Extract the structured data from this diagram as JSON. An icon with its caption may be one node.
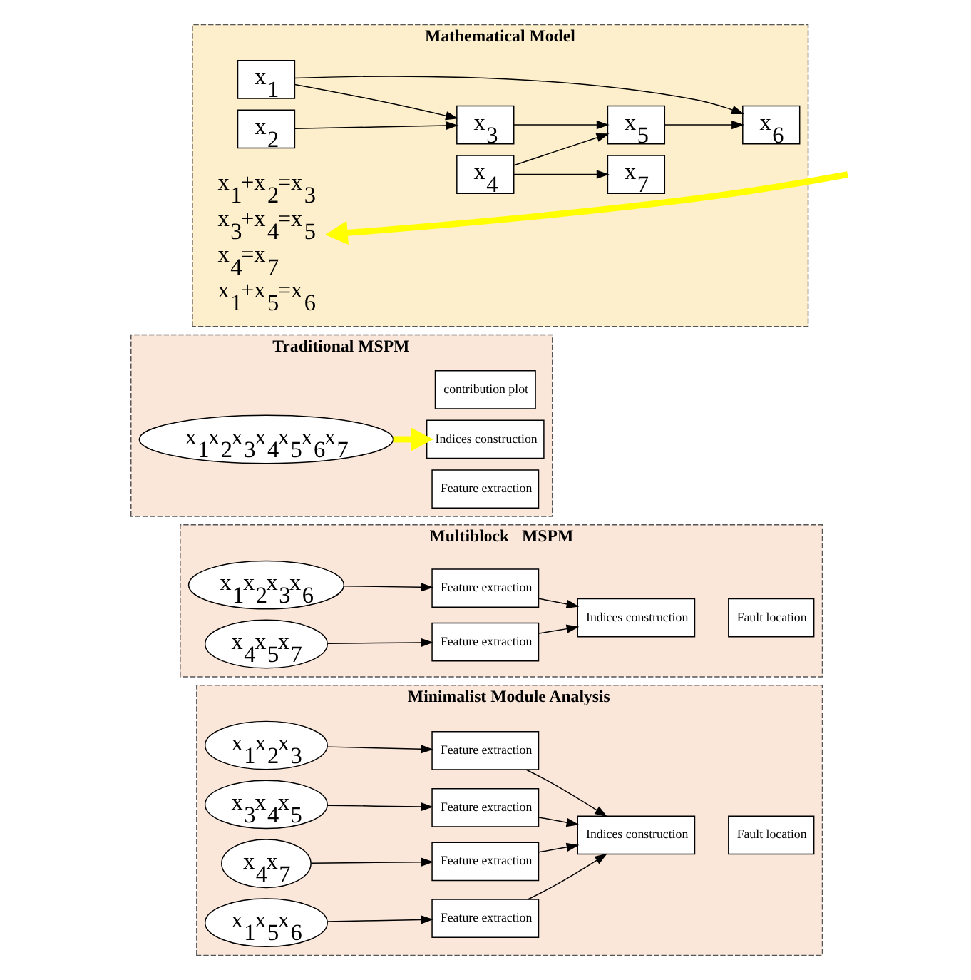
{
  "diagram": {
    "nodes": [
      {
        "text": [
          "Mathematical Model"
        ]
      },
      {
        "text": [
          "x$_{1}$"
        ],
        "in": 0
      },
      {
        "text": [
          "x$_{2}$"
        ],
        "in": 0
      },
      {
        "text": [
          "x$_{3}$"
        ],
        "in": 0
      },
      {
        "text": [
          "x$_{4}$"
        ],
        "in": 0
      },
      {
        "text": [
          "x$_{5}$"
        ],
        "in": 0
      },
      {
        "text": [
          "x$_{6}$"
        ],
        "in": 0
      },
      {
        "text": [
          "x$_{7}$"
        ],
        "in": 0
      },
      {
        "text": [
          "x$_{1}$+x$_{2}$=x$_{3}$",
          "x$_{3}$+x$_{4}$=x$_{5}$",
          "x$_{4}$=x$_{7}$",
          "x$_{1}$+x$_{5}$=x$_{6}$"
        ],
        "in": 0
      },
      {
        "text": [
          "Traditional MSPM"
        ]
      },
      {
        "text": [
          "x$_{1}$x$_{2}$x$_{3}$x$_{4}$x$_{5}$x$_{6}$x$_{7}$"
        ],
        "in": 9
      },
      {
        "text": [
          "Feature extraction"
        ],
        "in": 9
      },
      {
        "text": [
          "Indices construction"
        ],
        "in": 9
      },
      {
        "text": [
          "contribution plot"
        ],
        "in": 9
      },
      {
        "text": [
          "Multiblock   MSPM"
        ]
      },
      {
        "text": [
          "x$_{1}$x$_{2}$x$_{3}$x$_{6}$"
        ],
        "in": 14
      },
      {
        "text": [
          "Feature extraction"
        ],
        "in": 14
      },
      {
        "text": [
          "x$_{4}$x$_{5}$x$_{7}$"
        ],
        "in": 14
      },
      {
        "text": [
          "Feature extraction"
        ],
        "in": 14
      },
      {
        "text": [
          "Indices construction"
        ],
        "in": 14
      },
      {
        "text": [
          "Fault location"
        ],
        "in": 14
      },
      {
        "text": [
          "Minimalist Module Analysis"
        ]
      },
      {
        "text": [
          "x$_{1}$x$_{2}$x$_{3}$"
        ],
        "in": 21
      },
      {
        "text": [
          "Feature extraction"
        ],
        "in": 21
      },
      {
        "text": [
          "x$_{3}$x$_{4}$x$_{5}$"
        ],
        "in": 21
      },
      {
        "text": [
          "Feature extraction"
        ],
        "in": 21
      },
      {
        "text": [
          "x$_{4}$x$_{7}$"
        ],
        "in": 21
      },
      {
        "text": [
          "Feature extraction"
        ],
        "in": 21
      },
      {
        "text": [
          "x$_{1}$x$_{5}$x$_{6}$"
        ],
        "in": 21
      },
      {
        "text": [
          "Feature extraction"
        ],
        "in": 21
      },
      {
        "text": [
          "Indices construction"
        ],
        "in": 21
      },
      {
        "text": [
          "Fault location"
        ],
        "in": 21
      }
    ],
    "edges": [
      {
        "from": 1,
        "to": 6,
        "arrow": "to"
      },
      {
        "from": 1,
        "to": 3,
        "arrow": "to"
      },
      {
        "from": 2,
        "to": 3,
        "arrow": "to"
      },
      {
        "from": 3,
        "to": 5,
        "arrow": "to"
      },
      {
        "from": 4,
        "to": 5,
        "arrow": "to"
      },
      {
        "from": 4,
        "to": 7,
        "arrow": "to"
      },
      {
        "from": 5,
        "to": 6,
        "arrow": "to"
      },
      {
        "from": null,
        "to": 8,
        "arrow": "to",
        "style": "thick",
        "color": "#ffff00"
      },
      {
        "from": 10,
        "to": 12,
        "arrow": "to",
        "style": "thick",
        "color": "#ffff00"
      },
      {
        "from": 15,
        "to": 16,
        "arrow": "to"
      },
      {
        "from": 17,
        "to": 18,
        "arrow": "to"
      },
      {
        "from": 16,
        "to": 19,
        "arrow": "to"
      },
      {
        "from": 18,
        "to": 19,
        "arrow": "to"
      },
      {
        "from": 22,
        "to": 23,
        "arrow": "to"
      },
      {
        "from": 24,
        "to": 25,
        "arrow": "to"
      },
      {
        "from": 26,
        "to": 27,
        "arrow": "to"
      },
      {
        "from": 28,
        "to": 29,
        "arrow": "to"
      },
      {
        "from": 23,
        "to": 30,
        "arrow": "to"
      },
      {
        "from": 25,
        "to": 30,
        "arrow": "to"
      },
      {
        "from": 27,
        "to": 30,
        "arrow": "to"
      },
      {
        "from": 29,
        "to": 30,
        "arrow": "to"
      }
    ]
  }
}
